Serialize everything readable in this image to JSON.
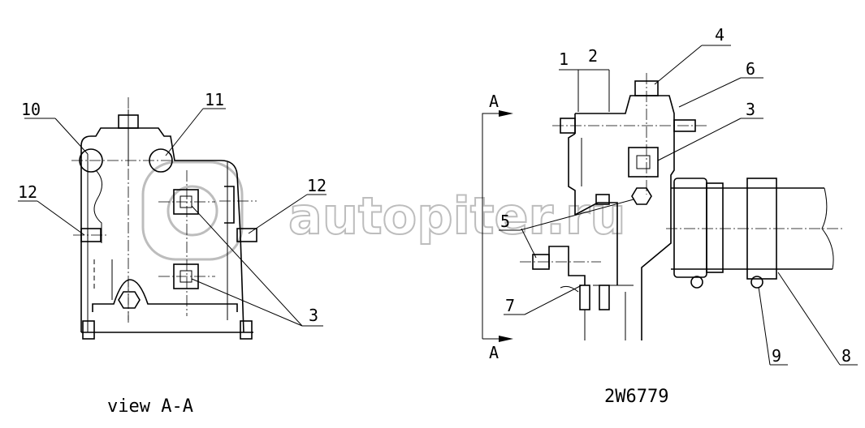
{
  "left_view": {
    "caption": "view A-A",
    "callouts": {
      "c10": "10",
      "c11": "11",
      "c12a": "12",
      "c12b": "12",
      "c3": "3"
    }
  },
  "right_view": {
    "part_number": "2W6779",
    "section_top": "A",
    "section_bottom": "A",
    "callouts": {
      "c1": "1",
      "c2": "2",
      "c3": "3",
      "c4": "4",
      "c5": "5",
      "c6": "6",
      "c7": "7",
      "c8": "8",
      "c9": "9"
    }
  },
  "watermark": {
    "text": "autopiter.ru",
    "color": "#bdbdbd"
  }
}
